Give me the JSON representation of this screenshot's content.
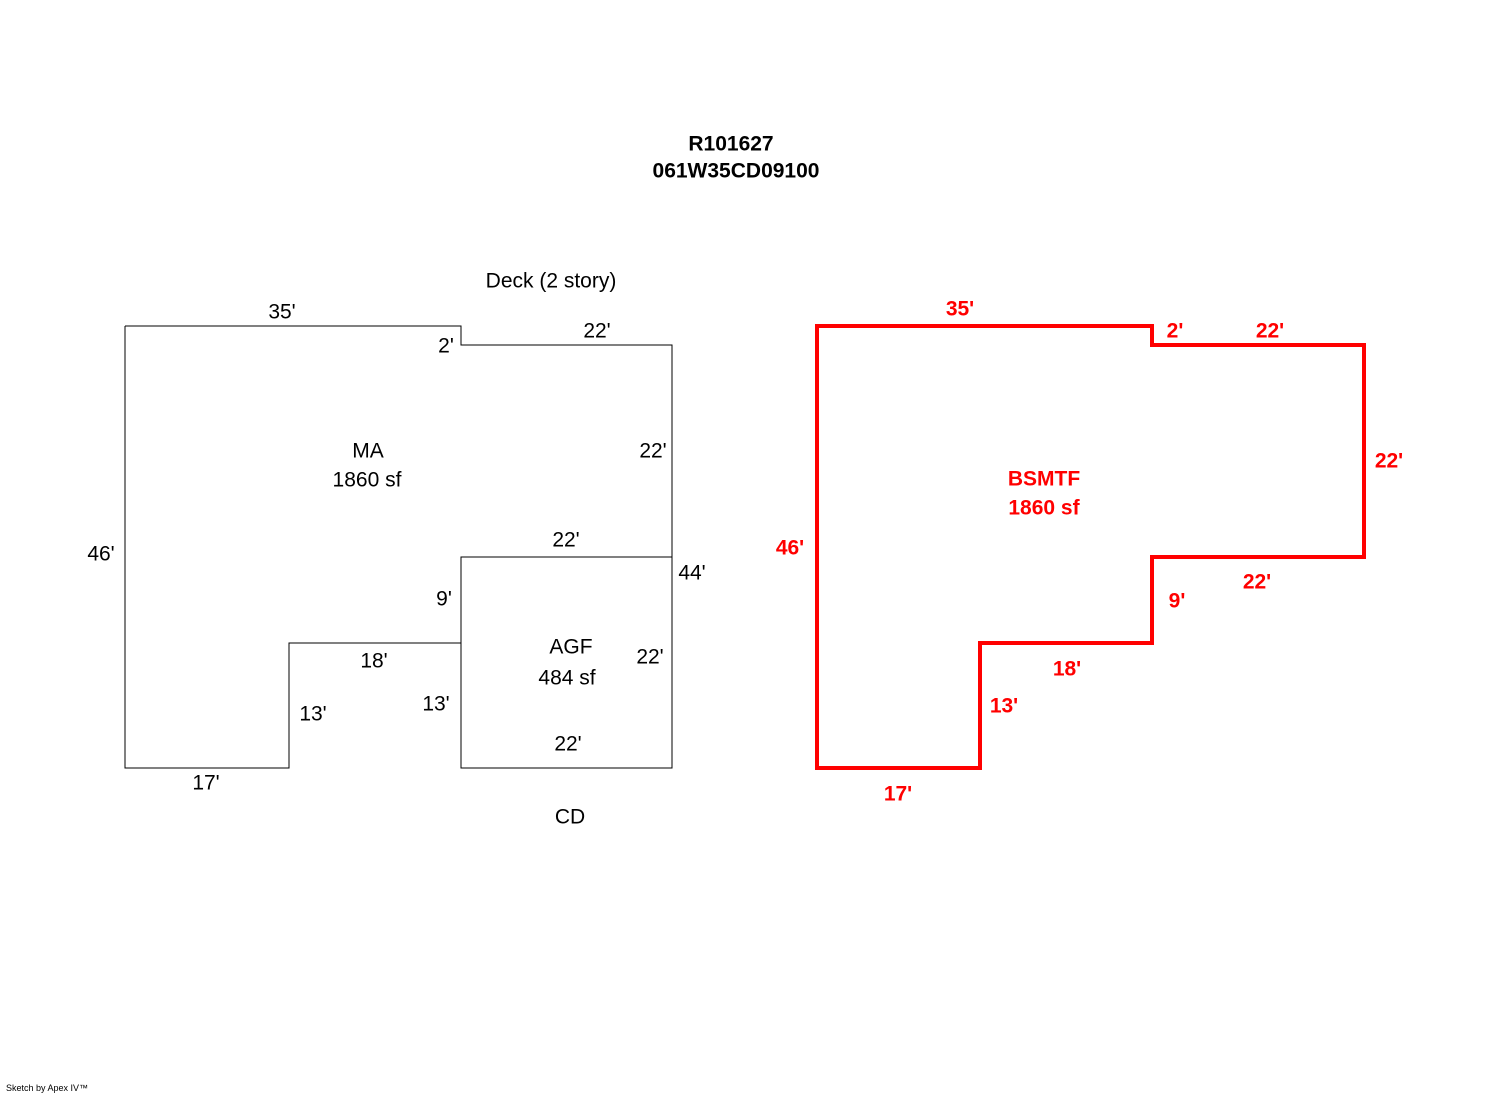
{
  "header": {
    "line1": "R101627",
    "line2": "061W35CD09100"
  },
  "colors": {
    "outline": "#000000",
    "basement": "#ff0000"
  },
  "left_sketch": {
    "annotations": {
      "top": "Deck (2 story)",
      "bottom": "CD"
    },
    "areas": {
      "ma_name": "MA",
      "ma_area": "1860 sf",
      "agf_name": "AGF",
      "agf_area": "484 sf"
    },
    "dims": {
      "top_35": "35'",
      "step_2": "2'",
      "top_22": "22'",
      "right_22": "22'",
      "left_46": "46'",
      "agf_top_22": "22'",
      "right_44": "44'",
      "step_9": "9'",
      "ma_18": "18'",
      "agf_right_22": "22'",
      "left_13": "13'",
      "agf_left_13": "13'",
      "agf_bottom_22": "22'",
      "bottom_17": "17'"
    }
  },
  "right_sketch": {
    "areas": {
      "name": "BSMTF",
      "area": "1860 sf"
    },
    "dims": {
      "top_35": "35'",
      "step_2": "2'",
      "top_22": "22'",
      "right_22": "22'",
      "left_46": "46'",
      "mid_22": "22'",
      "step_9": "9'",
      "mid_18": "18'",
      "step_13": "13'",
      "bottom_17": "17'"
    }
  },
  "footer": {
    "credit": "Sketch by Apex IV™"
  }
}
